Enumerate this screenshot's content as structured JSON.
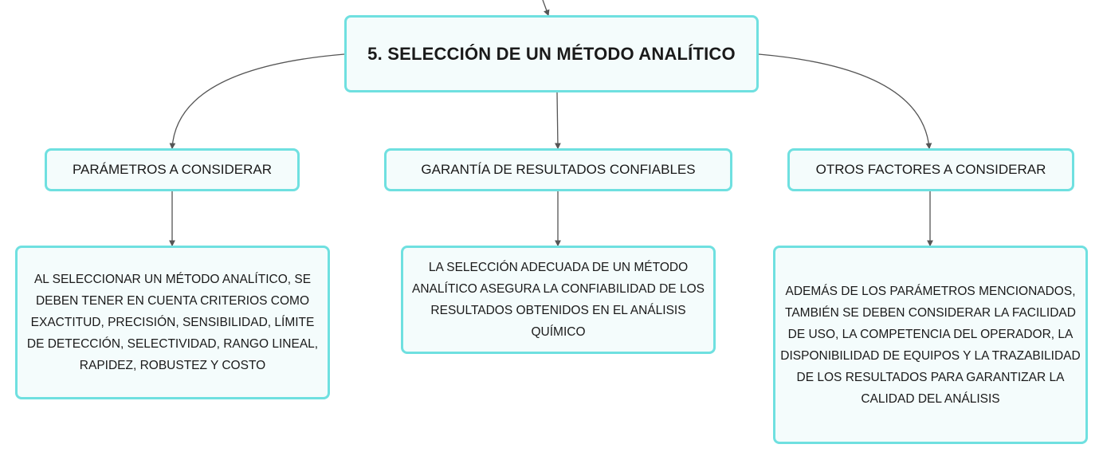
{
  "diagram": {
    "root": {
      "label": "5. SELECCIÓN DE UN MÉTODO ANALÍTICO"
    },
    "branches": [
      {
        "label": "PARÁMETROS A CONSIDERAR",
        "detail": "AL SELECCIONAR UN MÉTODO ANALÍTICO, SE DEBEN TENER EN CUENTA CRITERIOS COMO EXACTITUD, PRECISIÓN, SENSIBILIDAD, LÍMITE DE DETECCIÓN, SELECTIVIDAD, RANGO LINEAL, RAPIDEZ, ROBUSTEZ Y COSTO"
      },
      {
        "label": "GARANTÍA DE RESULTADOS CONFIABLES",
        "detail": "LA SELECCIÓN ADECUADA DE UN MÉTODO ANALÍTICO ASEGURA LA CONFIABILIDAD DE LOS RESULTADOS OBTENIDOS EN EL ANÁLISIS QUÍMICO"
      },
      {
        "label": "OTROS FACTORES A CONSIDERAR",
        "detail": "ADEMÁS DE LOS PARÁMETROS MENCIONADOS, TAMBIÉN SE DEBEN CONSIDERAR LA FACILIDAD DE USO, LA COMPETENCIA DEL OPERADOR, LA DISPONIBILIDAD DE EQUIPOS Y LA TRAZABILIDAD DE LOS RESULTADOS PARA GARANTIZAR LA CALIDAD DEL ANÁLISIS"
      }
    ]
  },
  "colors": {
    "node_border": "#6fe0e0",
    "node_fill": "#f4fcfc",
    "connector": "#555555",
    "text": "#1a1a1a"
  }
}
